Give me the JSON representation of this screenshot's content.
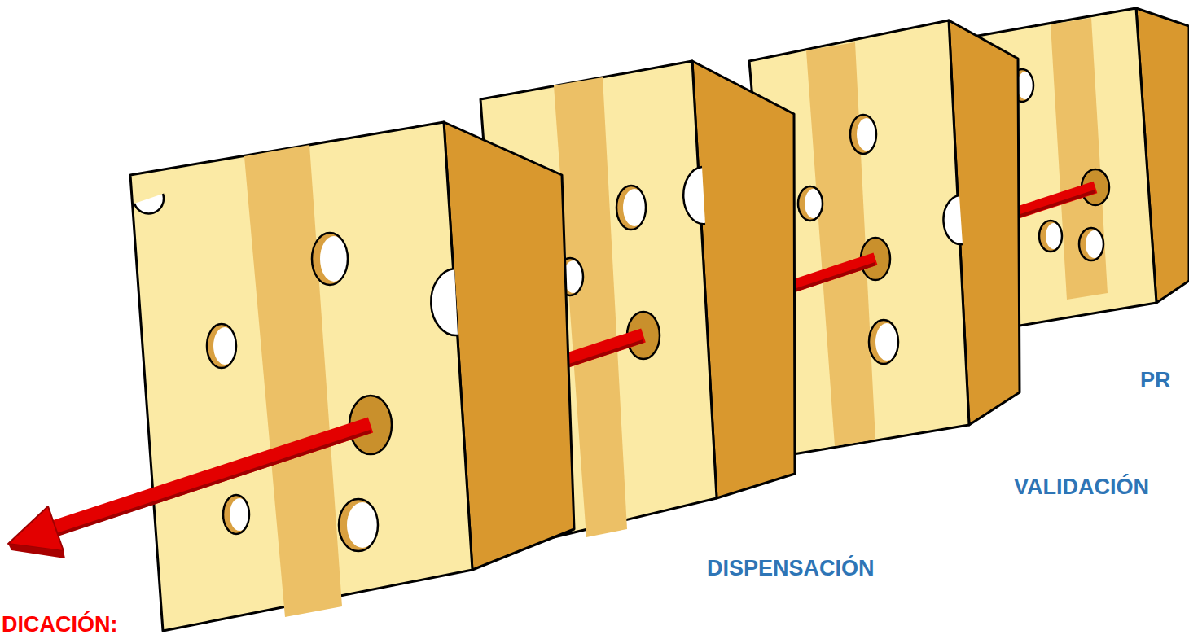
{
  "diagram": {
    "labels": [
      "PR",
      "VALIDACIÓN",
      "DISPENSACIÓN",
      "DICACIÓN:"
    ]
  }
}
